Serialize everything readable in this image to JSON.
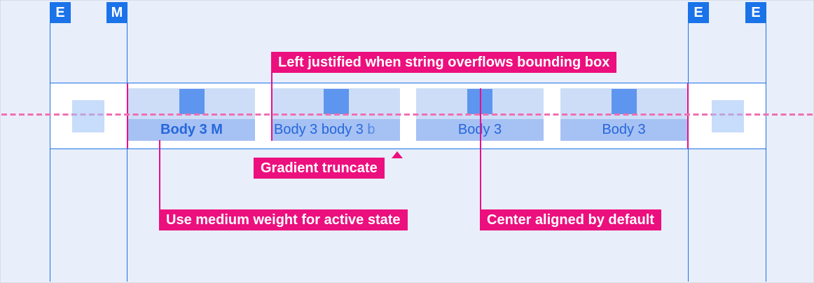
{
  "colors": {
    "background": "#e9eefb",
    "frame_border": "#d9dce6",
    "guide_blue": "#1a73e8",
    "badge_blue": "#1a73e8",
    "badge_text": "#ffffff",
    "bar_bg": "#ffffff",
    "bar_border": "#1a73e8",
    "tab_icon_area_bg": "#cdddf8",
    "tab_label_band_bg": "#a6c1f3",
    "tab_icon_fill": "#5e95ef",
    "edge_square_fill": "rgba(164,197,248,0.6)",
    "tab_text": "#2667dd",
    "annotation_bg": "#ec0f7e",
    "annotation_text": "#ffffff",
    "baseline_pink": "#f06fb2",
    "connector_pink": "#e8108a"
  },
  "spacing_guides": {
    "badges": [
      {
        "label": "E"
      },
      {
        "label": "M"
      },
      {
        "label": "E"
      },
      {
        "label": "E"
      }
    ]
  },
  "tabbar": {
    "tabs": [
      {
        "label": "Body 3 M",
        "active": true,
        "alignment": "center"
      },
      {
        "label": "Body 3 body 3 b",
        "active": false,
        "alignment": "left",
        "truncated": true
      },
      {
        "label": "Body 3",
        "active": false,
        "alignment": "center"
      },
      {
        "label": "Body 3",
        "active": false,
        "alignment": "center"
      }
    ]
  },
  "annotations": {
    "left_justified": "Left justified when string overflows bounding box",
    "gradient_truncate": "Gradient truncate",
    "medium_weight": "Use medium weight for active state",
    "center_aligned": "Center aligned by default"
  }
}
